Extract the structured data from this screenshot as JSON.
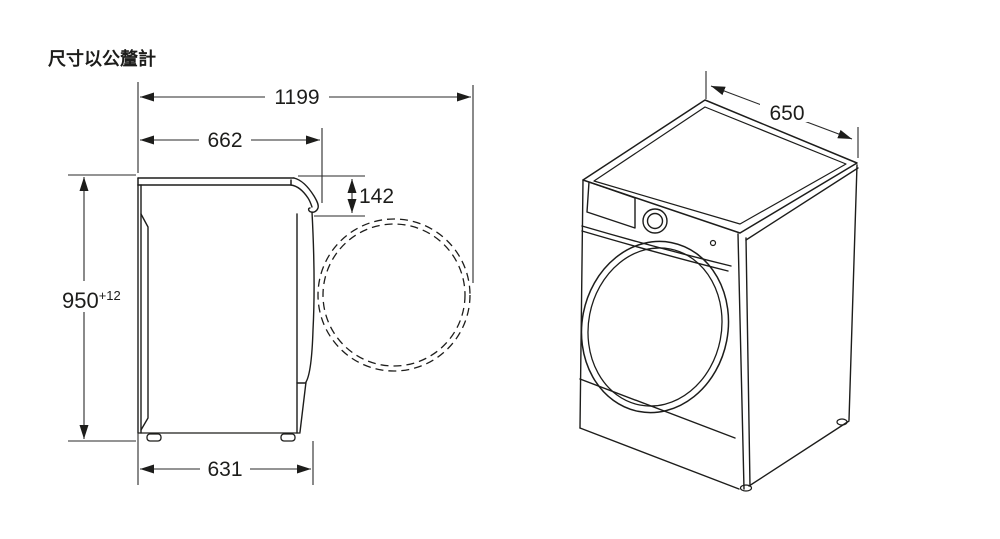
{
  "title": "尺寸以公釐計",
  "colors": {
    "line": "#1d1d1b",
    "background": "#ffffff"
  },
  "side_view": {
    "dim_depth_door_open": "1199",
    "dim_top_depth": "662",
    "dim_panel_drop": "142",
    "dim_height": "950",
    "dim_height_tolerance": "+12",
    "dim_base_depth": "631"
  },
  "perspective_view": {
    "dim_width": "650"
  }
}
